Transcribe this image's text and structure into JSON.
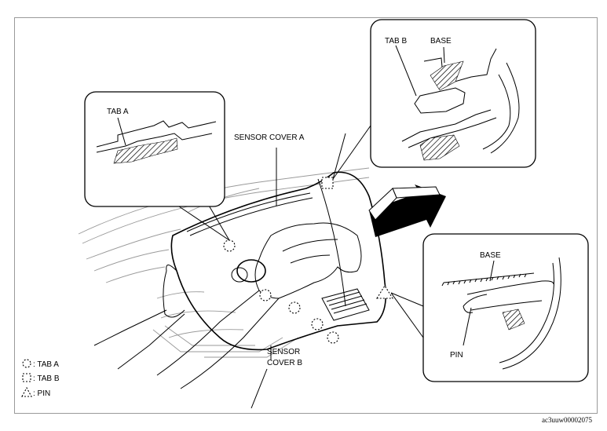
{
  "labels": {
    "tab_a_callout": "TAB A",
    "tab_b_callout": "TAB B",
    "base_top": "BASE",
    "sensor_cover_a": "SENSOR COVER A",
    "base_right": "BASE",
    "pin": "PIN",
    "sensor_cover_b_line1": "SENSOR",
    "sensor_cover_b_line2": "COVER B"
  },
  "legend": [
    {
      "icon": "dotted-circle-icon",
      "label": ": TAB A"
    },
    {
      "icon": "dotted-square-icon",
      "label": ": TAB B"
    },
    {
      "icon": "dotted-triangle-icon",
      "label": ": PIN"
    }
  ],
  "figure_code": "ac3uuw00002075"
}
